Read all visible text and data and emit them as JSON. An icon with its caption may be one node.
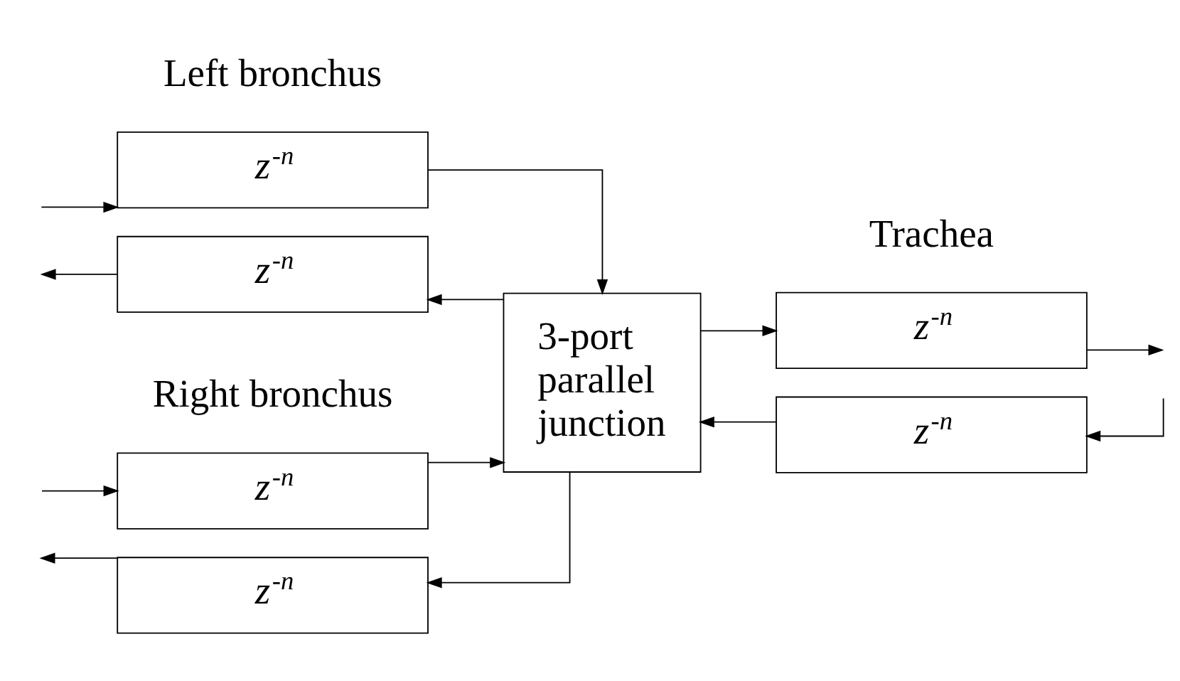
{
  "diagram": {
    "nodes": [
      {
        "text": [
          "z$^{-n}$"
        ]
      },
      {
        "text": [
          "z$^{-n}$"
        ]
      },
      {
        "text": [
          "3-port parallel junction"
        ]
      },
      {
        "text": [
          "z$^{-n}$"
        ]
      },
      {
        "text": [
          "z$^{-n}$"
        ]
      },
      {
        "text": [
          "z$^{-n}$"
        ]
      },
      {
        "text": [
          "z$^{-n}$"
        ]
      }
    ],
    "edges": [
      {
        "from": null,
        "to": 0,
        "arrow": "to"
      },
      {
        "from": 0,
        "to": 2,
        "arrow": "to"
      },
      {
        "from": 2,
        "to": 1,
        "arrow": "to"
      },
      {
        "from": 1,
        "to": null,
        "arrow": "to"
      },
      {
        "from": 2,
        "to": 3,
        "arrow": "to"
      },
      {
        "from": 3,
        "to": null,
        "arrow": "to"
      },
      {
        "from": null,
        "to": 4,
        "arrow": "to"
      },
      {
        "from": 4,
        "to": 2,
        "arrow": "to"
      },
      {
        "from": null,
        "to": 6,
        "arrow": "to"
      },
      {
        "from": 6,
        "to": 2,
        "arrow": "to"
      },
      {
        "from": 2,
        "to": 5,
        "arrow": "to"
      },
      {
        "from": 5,
        "to": null,
        "arrow": "to"
      }
    ],
    "labels": [
      "Left bronchus",
      "Trachea",
      "Right bronchus"
    ]
  }
}
